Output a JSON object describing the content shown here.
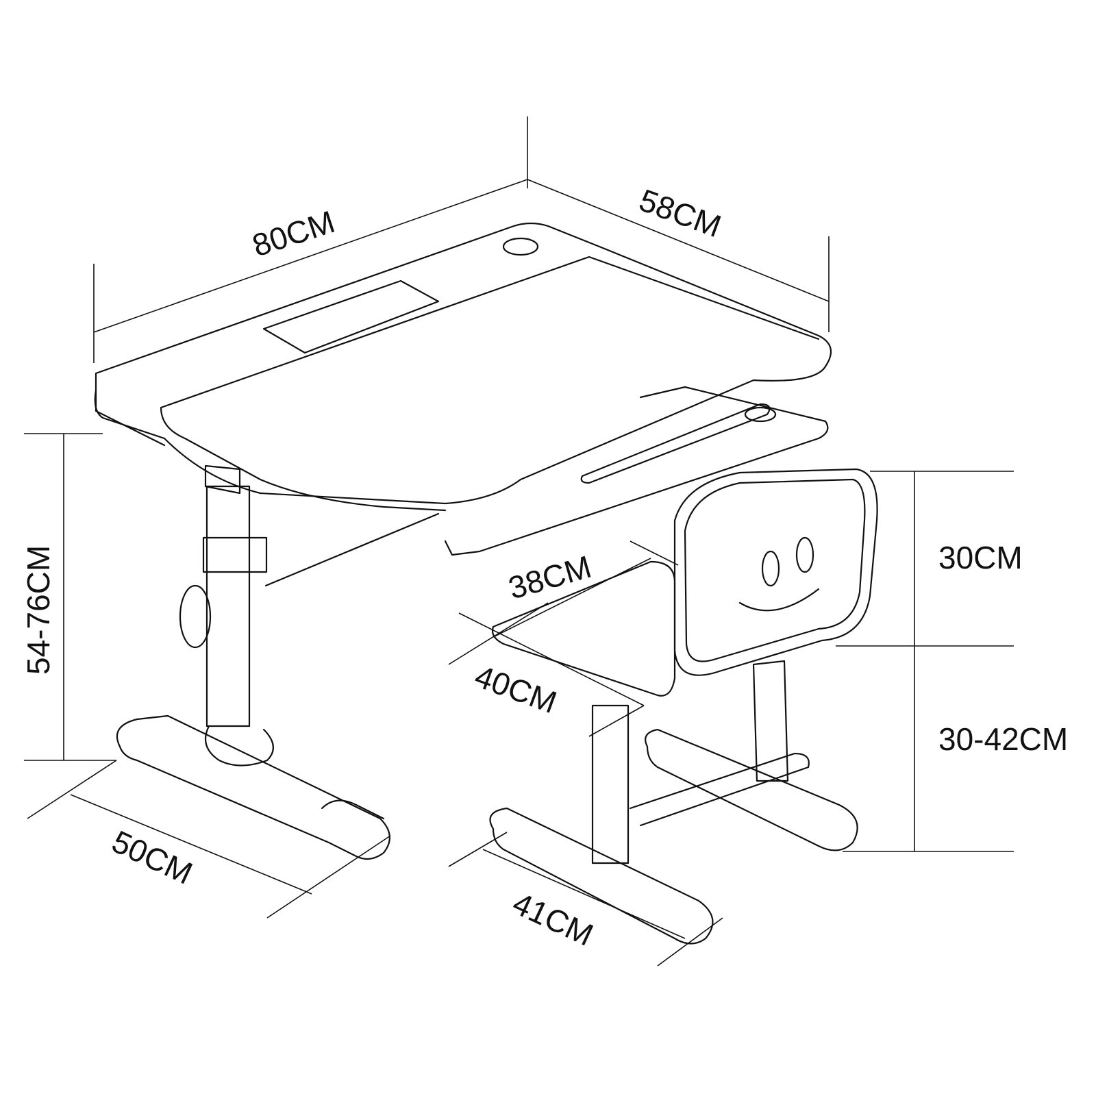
{
  "title": "Children's desk and chair dimensions",
  "dimensions": {
    "desk_width": "80CM",
    "desk_depth": "58CM",
    "desk_height": "54-76CM",
    "desk_base_depth": "50CM",
    "seat_width": "38CM",
    "seat_depth": "40CM",
    "backrest_height": "30CM",
    "seat_height": "30-42CM",
    "chair_base_depth": "41CM"
  }
}
